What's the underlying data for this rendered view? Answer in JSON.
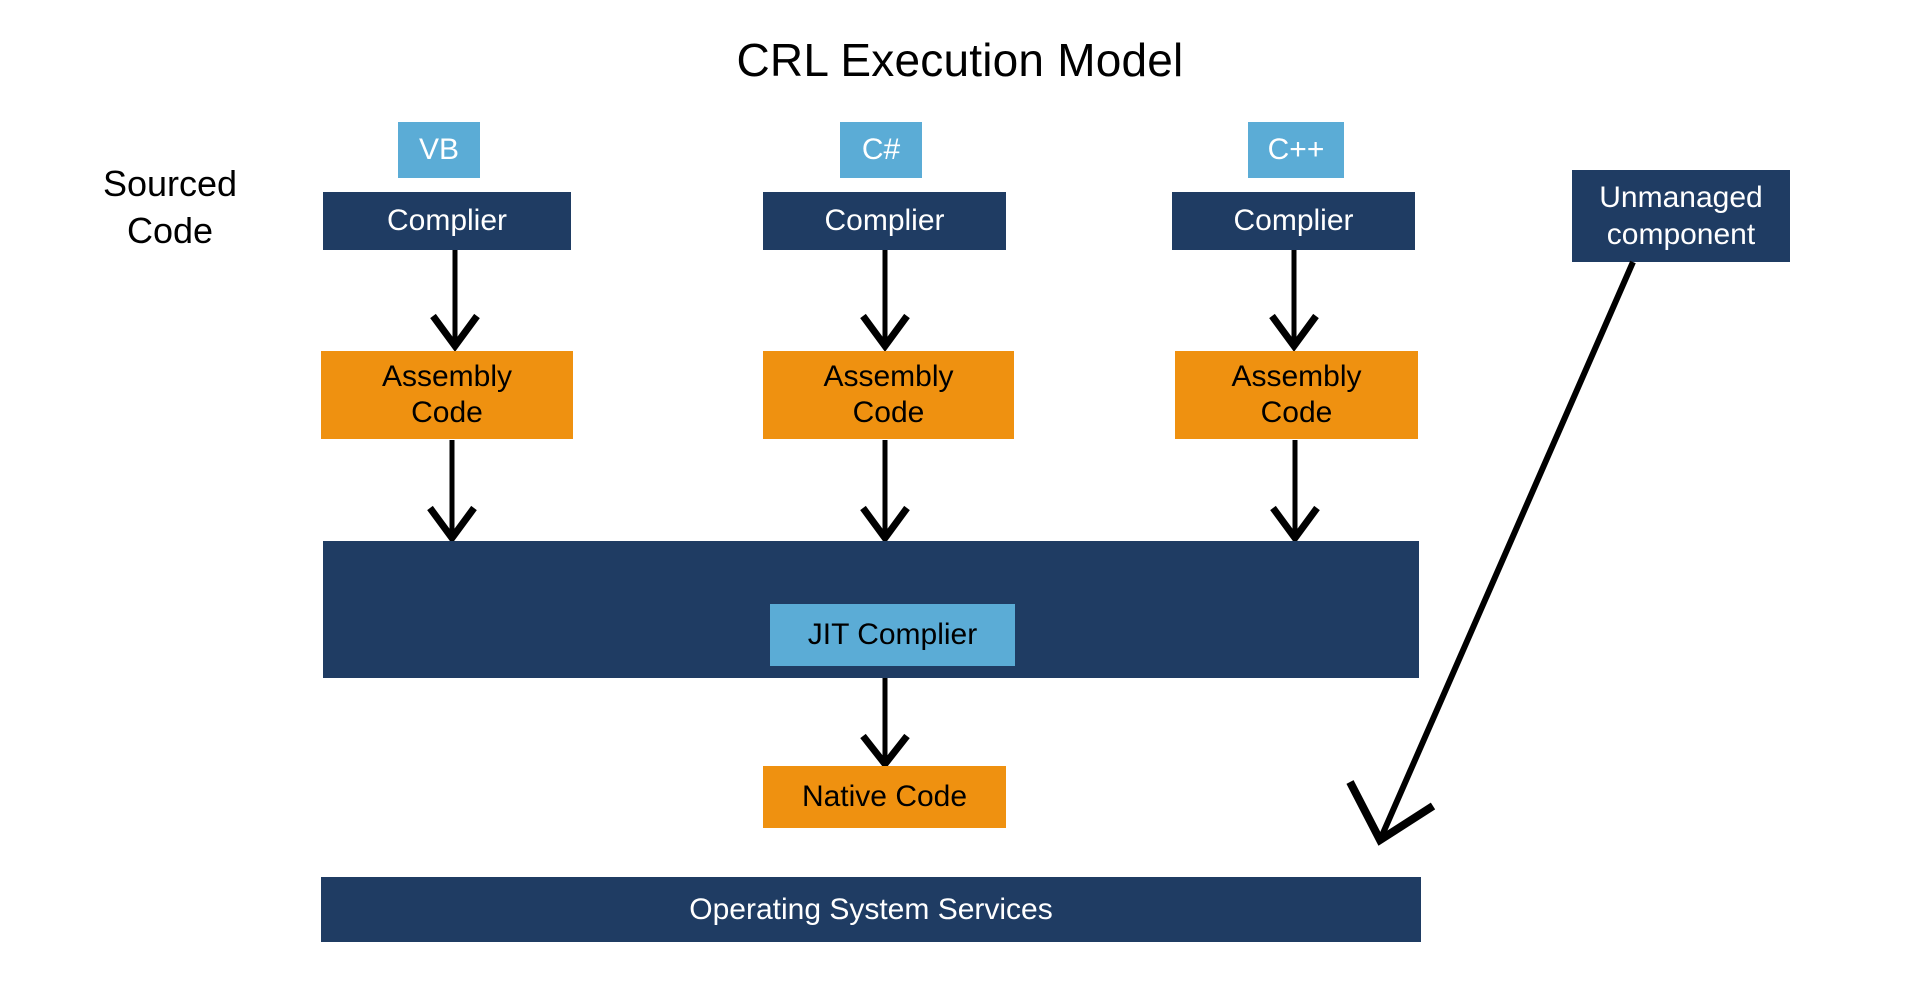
{
  "title": "CRL Execution Model",
  "labels": {
    "sourced_code_line1": "Sourced",
    "sourced_code_line2": "Code"
  },
  "columns": [
    {
      "language": "VB",
      "compiler": "Complier",
      "assembly_line1": "Assembly",
      "assembly_line2": "Code"
    },
    {
      "language": "C#",
      "compiler": "Complier",
      "assembly_line1": "Assembly",
      "assembly_line2": "Code"
    },
    {
      "language": "C++",
      "compiler": "Complier",
      "assembly_line1": "Assembly",
      "assembly_line2": "Code"
    }
  ],
  "runtime": {
    "jit_label": "JIT Complier"
  },
  "native": {
    "label": "Native Code"
  },
  "os": {
    "label": "Operating System Services"
  },
  "unmanaged": {
    "line1": "Unmanaged",
    "line2": "component"
  },
  "colors": {
    "navy": "#1F3C63",
    "light_blue": "#5BACD6",
    "orange": "#EF9110",
    "background": "#FFFFFF",
    "arrow": "#000000",
    "text_dark": "#000000",
    "text_light": "#FFFFFF"
  }
}
